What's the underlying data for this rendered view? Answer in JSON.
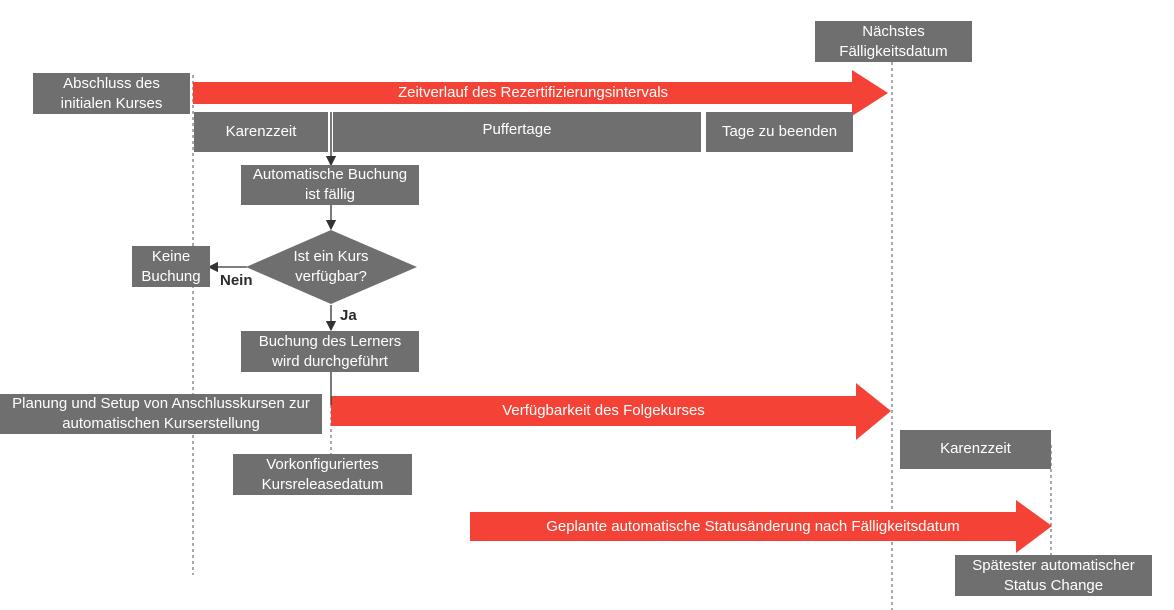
{
  "colors": {
    "arrow": "#f44336",
    "box": "#6f6f6f",
    "text_on_box": "#ffffff",
    "line": "#333333"
  },
  "top": {
    "next_due_date": "Nächstes Fälligkeitsdatum",
    "initial_course_done": "Abschluss des initialen Kurses",
    "recert_interval_arrow": "Zeitverlauf des Rezertifizierungsintervals"
  },
  "phases": {
    "grace_period": "Karenzzeit",
    "buffer_days": "Puffertage",
    "days_to_finish": "Tage zu beenden"
  },
  "flow": {
    "auto_booking_due": "Automatische Buchung ist fällig",
    "decision": "Ist ein Kurs verfügbar?",
    "no_booking": "Keine Buchung",
    "no_label": "Nein",
    "yes_label": "Ja",
    "booking_done": "Buchung des Lerners wird durchgeführt"
  },
  "followup": {
    "planning": "Planung und Setup von Anschlusskursen zur automatischen Kurserstellung",
    "availability_arrow": "Verfügbarkeit des Folgekurses",
    "release_date": "Vorkonfiguriertes Kursreleasedatum",
    "grace_period": "Karenzzeit",
    "status_change_arrow": "Geplante automatische Statusänderung nach Fälligkeitsdatum",
    "latest_status_change": "Spätester automatischer Status Change"
  }
}
